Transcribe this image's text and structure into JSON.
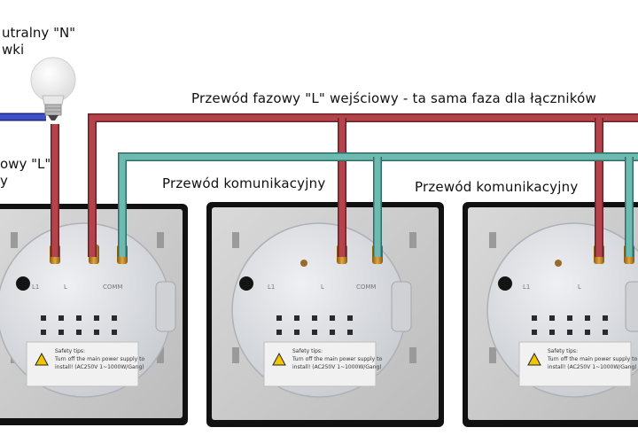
{
  "labels": {
    "neutral_line1": "utralny \"N\"",
    "neutral_line2": "wki",
    "phase_left_line1": "owy \"L\"",
    "phase_left_line2": "y",
    "phase_input": "Przewód fazowy \"L\" wejściowy - ta sama faza dla łączników",
    "comm_1": "Przewód komunikacyjny",
    "comm_2": "Przewód komunikacyjny"
  },
  "switch_labels": {
    "safety_title": "Safety tips:",
    "safety_line1": "Turn off the main power supply to",
    "safety_line2": "install! (AC250V  1~1000W/Gang)",
    "term_l1": "L1",
    "term_l": "L",
    "term_comm": "COMM"
  },
  "colors": {
    "phase_wire": "#b4444c",
    "comm_wire": "#6cbab0",
    "neutral_wire": "#2e3fb8",
    "frame": "#111111",
    "plate": "#cfcfcf",
    "module": "#d8d9dc"
  },
  "icons": [
    "light-bulb-icon",
    "warning-icon"
  ]
}
